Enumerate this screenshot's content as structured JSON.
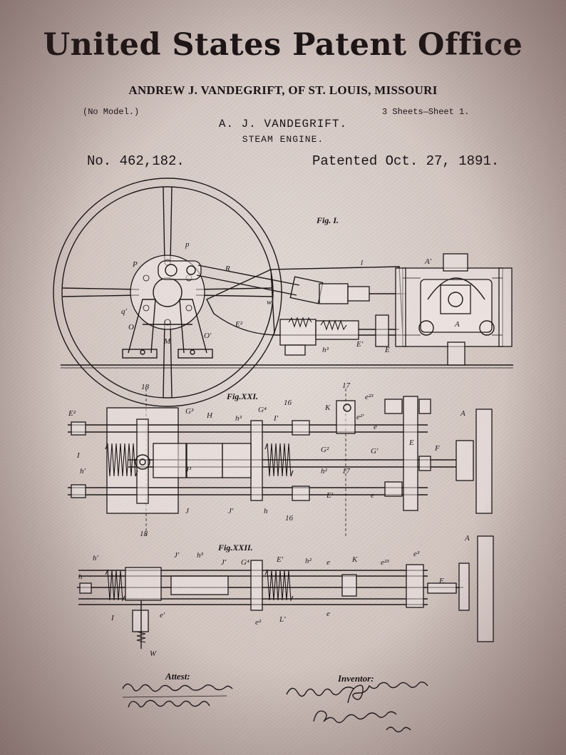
{
  "header": {
    "title": "United States Patent Office",
    "inventor_line": "ANDREW J. VANDEGRIFT, OF ST. LOUIS, MISSOURI",
    "no_model": "(No Model.)",
    "sheets": "3 Sheets—Sheet 1.",
    "name": "A. J. VANDEGRIFT.",
    "subject": "STEAM ENGINE.",
    "patent_no": "No. 462,182.",
    "patent_date": "Patented Oct. 27, 1891."
  },
  "figures": {
    "fig1": "Fig. I.",
    "fig21": "Fig.XXI.",
    "fig22": "Fig.XXII."
  },
  "footer": {
    "attest_label": "Attest:",
    "inventor_label": "Inventor:"
  },
  "colors": {
    "ink": "#1e1818",
    "paper": "#d8ccc8"
  }
}
